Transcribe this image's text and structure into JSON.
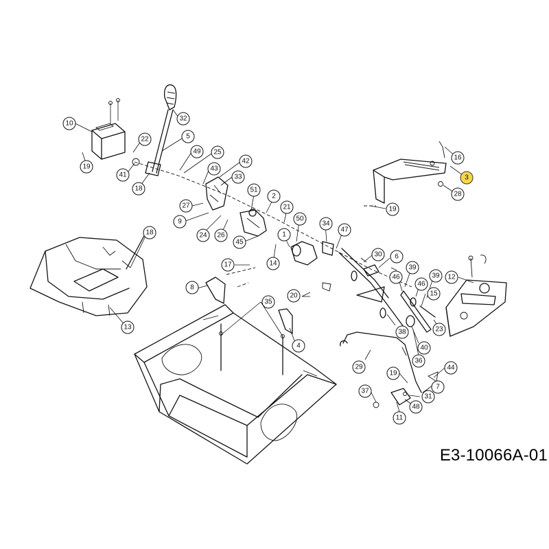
{
  "figure": {
    "code": "E3-10066A-01"
  },
  "highlight_color": "#f7d64a",
  "callouts": [
    {
      "id": "c10",
      "label": "10"
    },
    {
      "id": "c19a",
      "label": "19"
    },
    {
      "id": "c22",
      "label": "22"
    },
    {
      "id": "c41",
      "label": "41"
    },
    {
      "id": "c32",
      "label": "32"
    },
    {
      "id": "c5",
      "label": "5"
    },
    {
      "id": "c49",
      "label": "49"
    },
    {
      "id": "c25",
      "label": "25"
    },
    {
      "id": "c43",
      "label": "43"
    },
    {
      "id": "c42",
      "label": "42"
    },
    {
      "id": "c33",
      "label": "33"
    },
    {
      "id": "c18a",
      "label": "18"
    },
    {
      "id": "c27",
      "label": "27"
    },
    {
      "id": "c9",
      "label": "9"
    },
    {
      "id": "c24",
      "label": "24"
    },
    {
      "id": "c26",
      "label": "26"
    },
    {
      "id": "c51",
      "label": "51"
    },
    {
      "id": "c2",
      "label": "2"
    },
    {
      "id": "c21",
      "label": "21"
    },
    {
      "id": "c45",
      "label": "45"
    },
    {
      "id": "c50",
      "label": "50"
    },
    {
      "id": "c1",
      "label": "1"
    },
    {
      "id": "c34",
      "label": "34"
    },
    {
      "id": "c47",
      "label": "47"
    },
    {
      "id": "c14",
      "label": "14"
    },
    {
      "id": "c17",
      "label": "17"
    },
    {
      "id": "c8",
      "label": "8"
    },
    {
      "id": "c20",
      "label": "20"
    },
    {
      "id": "c35",
      "label": "35"
    },
    {
      "id": "c4",
      "label": "4"
    },
    {
      "id": "c18b",
      "label": "18"
    },
    {
      "id": "c13",
      "label": "13"
    },
    {
      "id": "c16",
      "label": "16"
    },
    {
      "id": "c3",
      "label": "3"
    },
    {
      "id": "c28",
      "label": "28"
    },
    {
      "id": "c19b",
      "label": "19"
    },
    {
      "id": "c30",
      "label": "30"
    },
    {
      "id": "c6",
      "label": "6"
    },
    {
      "id": "c39a",
      "label": "39"
    },
    {
      "id": "c46a",
      "label": "46"
    },
    {
      "id": "c46b",
      "label": "46"
    },
    {
      "id": "c39b",
      "label": "39"
    },
    {
      "id": "c12",
      "label": "12"
    },
    {
      "id": "c15",
      "label": "15"
    },
    {
      "id": "c38",
      "label": "38"
    },
    {
      "id": "c40",
      "label": "40"
    },
    {
      "id": "c23",
      "label": "23"
    },
    {
      "id": "c36",
      "label": "36"
    },
    {
      "id": "c29",
      "label": "29"
    },
    {
      "id": "c19c",
      "label": "19"
    },
    {
      "id": "c44",
      "label": "44"
    },
    {
      "id": "c7",
      "label": "7"
    },
    {
      "id": "c37",
      "label": "37"
    },
    {
      "id": "c31",
      "label": "31"
    },
    {
      "id": "c48",
      "label": "48"
    },
    {
      "id": "c11",
      "label": "11"
    }
  ]
}
